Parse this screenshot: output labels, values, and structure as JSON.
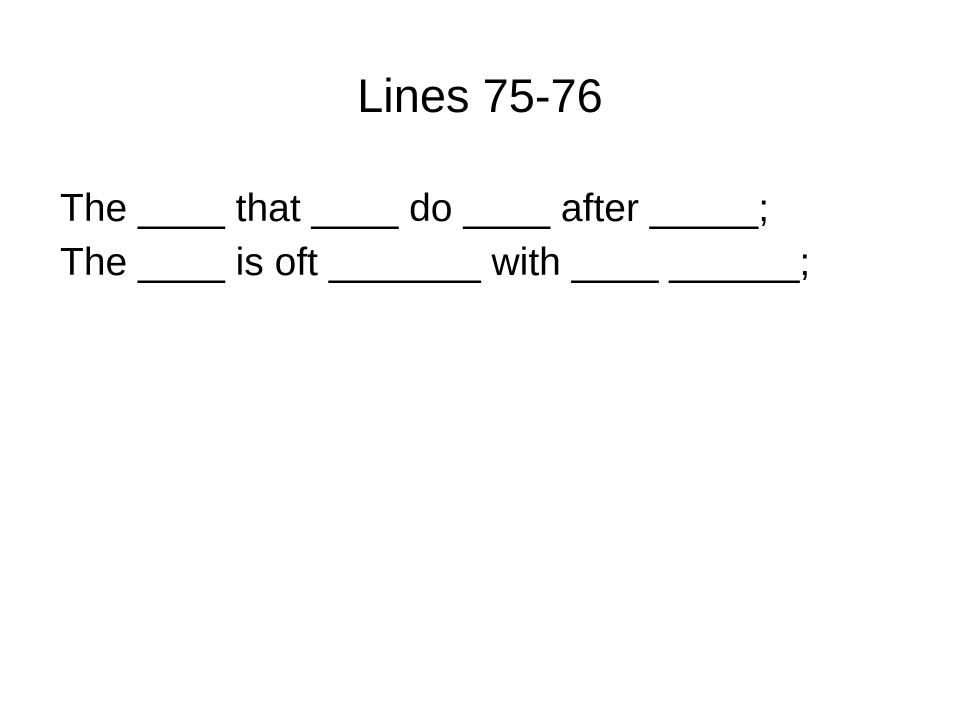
{
  "slide": {
    "title": "Lines 75-76",
    "lines": [
      "The ____ that ____ do ____ after _____;",
      "The ____ is oft _______ with ____ ______;"
    ]
  }
}
